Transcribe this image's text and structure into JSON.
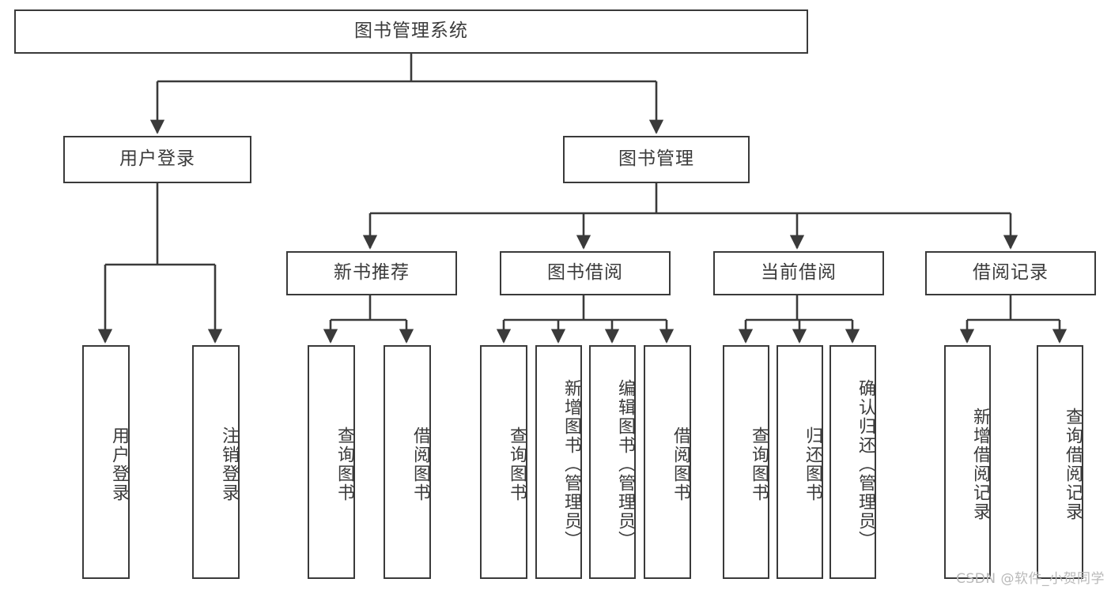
{
  "diagram": {
    "title": "图书管理系统",
    "type": "tree-hierarchy",
    "root": {
      "label": "图书管理系统"
    },
    "level2": [
      {
        "label": "用户登录"
      },
      {
        "label": "图书管理"
      }
    ],
    "level3": [
      {
        "label": "新书推荐"
      },
      {
        "label": "图书借阅"
      },
      {
        "label": "当前借阅"
      },
      {
        "label": "借阅记录"
      }
    ],
    "leaves": {
      "user_login": [
        {
          "label": "用户登录"
        },
        {
          "label": "注销登录"
        }
      ],
      "new_book_recommend": [
        {
          "label": "查询图书"
        },
        {
          "label": "借阅图书"
        }
      ],
      "book_borrow": [
        {
          "label": "查询图书"
        },
        {
          "label": "新增图书（管理员）"
        },
        {
          "label": "编辑图书（管理员）"
        },
        {
          "label": "借阅图书"
        }
      ],
      "current_borrow": [
        {
          "label": "查询图书"
        },
        {
          "label": "归还图书"
        },
        {
          "label": "确认归还（管理员）"
        }
      ],
      "borrow_record": [
        {
          "label": "新增借阅记录"
        },
        {
          "label": "查询借阅记录"
        }
      ]
    }
  },
  "watermark": {
    "text": "CSDN @软件_小贺同学"
  },
  "colors": {
    "stroke": "#3a3a3a",
    "text": "#3b3b3b",
    "background": "#ffffff",
    "watermark": "#b9b9b9"
  }
}
